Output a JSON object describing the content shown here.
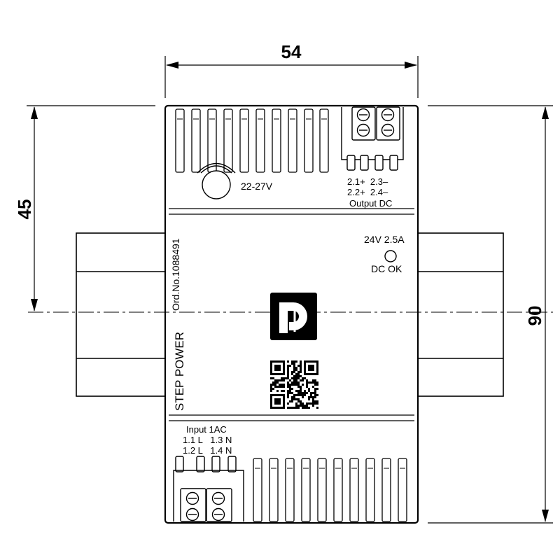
{
  "dimensions": {
    "width": "54",
    "half_height": "45",
    "height": "90"
  },
  "adjust": {
    "range": "22-27V"
  },
  "output": {
    "row1": "2.1+  2.3–",
    "row2": "2.2+  2.4–",
    "title": "Output DC"
  },
  "status": {
    "rating": "24V 2.5A",
    "led_label": "DC OK"
  },
  "product": {
    "name": "STEP POWER",
    "order_no": "Ord.No.1088491",
    "logo_icon": "phoenix-contact-logo-icon",
    "qr_icon": "qr-code-icon"
  },
  "input": {
    "title": "Input 1AC",
    "row1": "1.1 L   1.3 N",
    "row2": "1.2 L   1.4 N"
  },
  "colors": {
    "line": "#000000",
    "background": "#ffffff"
  }
}
